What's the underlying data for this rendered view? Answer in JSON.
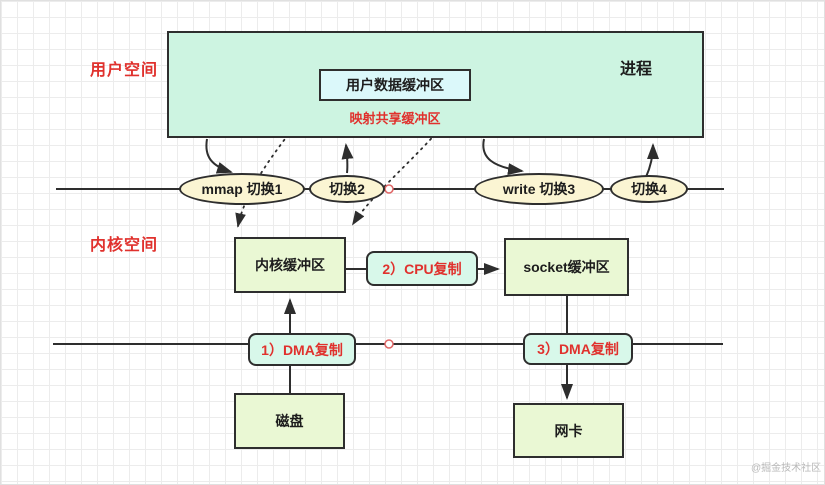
{
  "diagram": {
    "regions": {
      "user_space": "用户空间",
      "kernel_space": "内核空间"
    },
    "process": {
      "label": "进程",
      "user_buffer": "用户数据缓冲区",
      "mapped_buffer_note": "映射共享缓冲区"
    },
    "context_switches": [
      {
        "label": "mmap 切换1"
      },
      {
        "label": "切换2"
      },
      {
        "label": "write 切换3"
      },
      {
        "label": "切换4"
      }
    ],
    "kernel_nodes": {
      "kernel_buffer": "内核缓冲区",
      "socket_buffer": "socket缓冲区",
      "disk": "磁盘",
      "nic": "网卡"
    },
    "copy_steps": {
      "dma_1": "1）DMA复制",
      "cpu_2": "2）CPU复制",
      "dma_3": "3）DMA复制"
    },
    "watermark": "@掘金技术社区",
    "colors": {
      "accent_red": "#e0312d",
      "stroke": "#2e2e2e",
      "process_fill": "#cdf4e1",
      "user_buffer_fill": "#dbf8fa",
      "kernel_node_fill": "#eaf8d4",
      "switch_ellipse_fill": "#fbf5d3",
      "copy_step_fill": "#d8f8ea",
      "connection_point_stroke": "#e06666",
      "grid": "#ececec",
      "watermark_gray": "#b9b9b9"
    }
  }
}
